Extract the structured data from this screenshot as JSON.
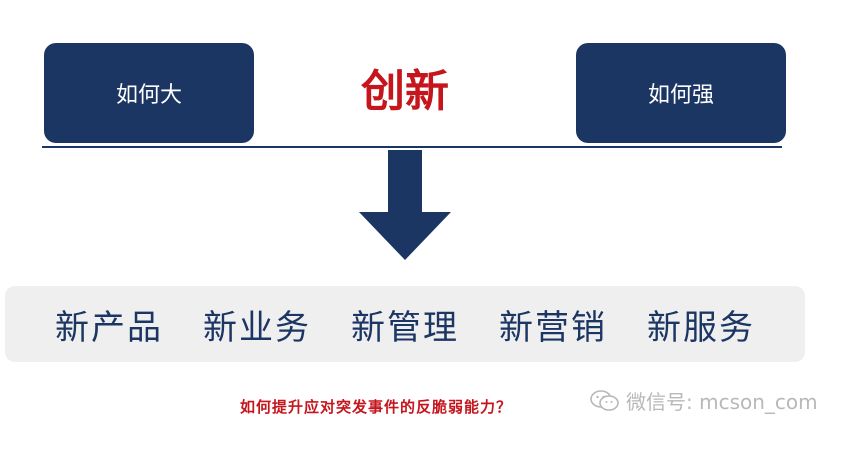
{
  "left_box": {
    "label": "如何大"
  },
  "right_box": {
    "label": "如何强"
  },
  "center_title": "创新",
  "items": [
    "新产品",
    "新业务",
    "新管理",
    "新营销",
    "新服务"
  ],
  "question": "如何提升应对突发事件的反脆弱能力？",
  "watermark": {
    "text": "微信号: mcson_com",
    "icon": "wechat-icon"
  },
  "colors": {
    "navy": "#1c3664",
    "red": "#c5161d",
    "bar_bg": "#efefef",
    "watermark": "#b8b8b8"
  }
}
